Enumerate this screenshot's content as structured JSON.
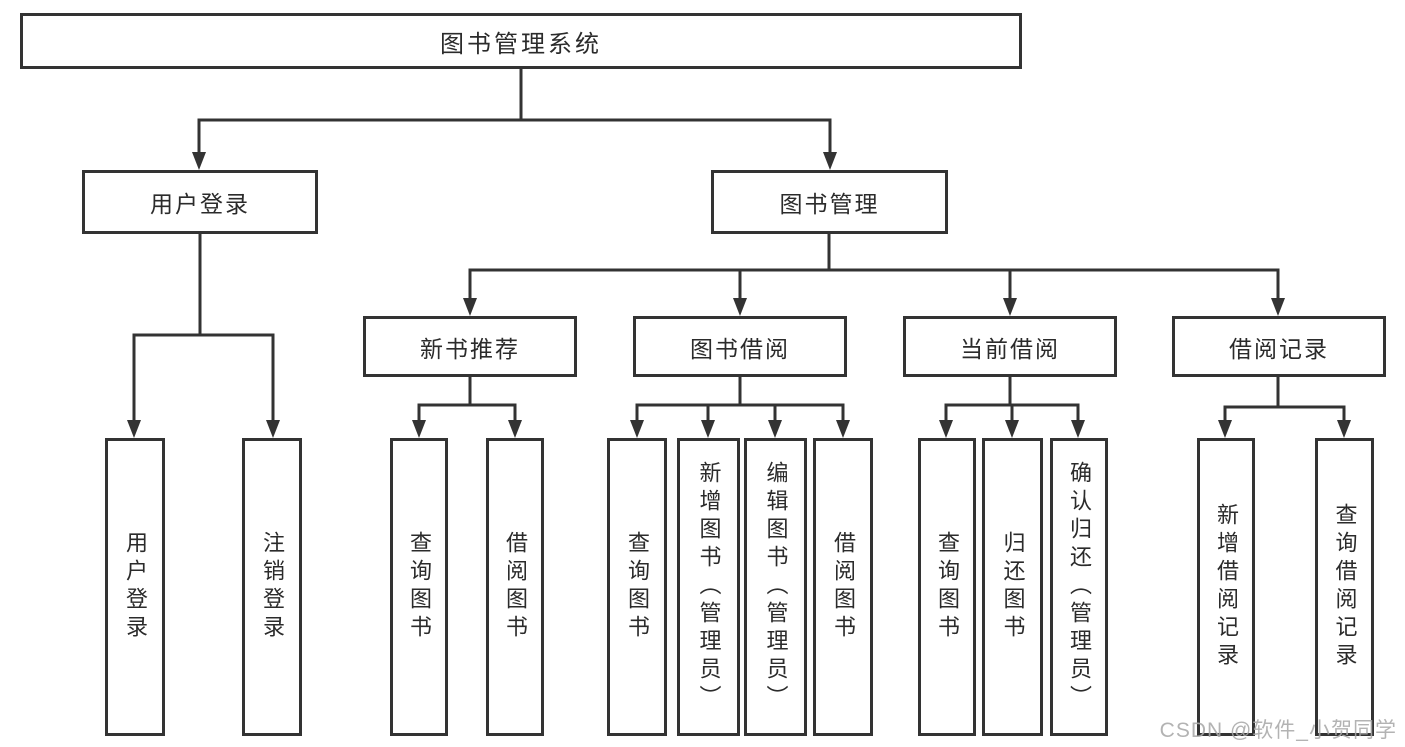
{
  "tree": {
    "root": {
      "label": "图书管理系统",
      "children": [
        {
          "label": "用户登录",
          "children": [
            {
              "label": "用户登录"
            },
            {
              "label": "注销登录"
            }
          ]
        },
        {
          "label": "图书管理",
          "children": [
            {
              "label": "新书推荐",
              "children": [
                {
                  "label": "查询图书"
                },
                {
                  "label": "借阅图书"
                }
              ]
            },
            {
              "label": "图书借阅",
              "children": [
                {
                  "label": "查询图书"
                },
                {
                  "label": "新增图书（管理员）"
                },
                {
                  "label": "编辑图书（管理员）"
                },
                {
                  "label": "借阅图书"
                }
              ]
            },
            {
              "label": "当前借阅",
              "children": [
                {
                  "label": "查询图书"
                },
                {
                  "label": "归还图书"
                },
                {
                  "label": "确认归还（管理员）"
                }
              ]
            },
            {
              "label": "借阅记录",
              "children": [
                {
                  "label": "新增借阅记录"
                },
                {
                  "label": "查询借阅记录"
                }
              ]
            }
          ]
        }
      ]
    },
    "watermark": "CSDN @软件_小贺同学",
    "colors": {
      "line": "#333333",
      "box_border": "#333333",
      "text": "#2b2b2b",
      "background": "#ffffff",
      "watermark": "#a8a8a8"
    }
  }
}
